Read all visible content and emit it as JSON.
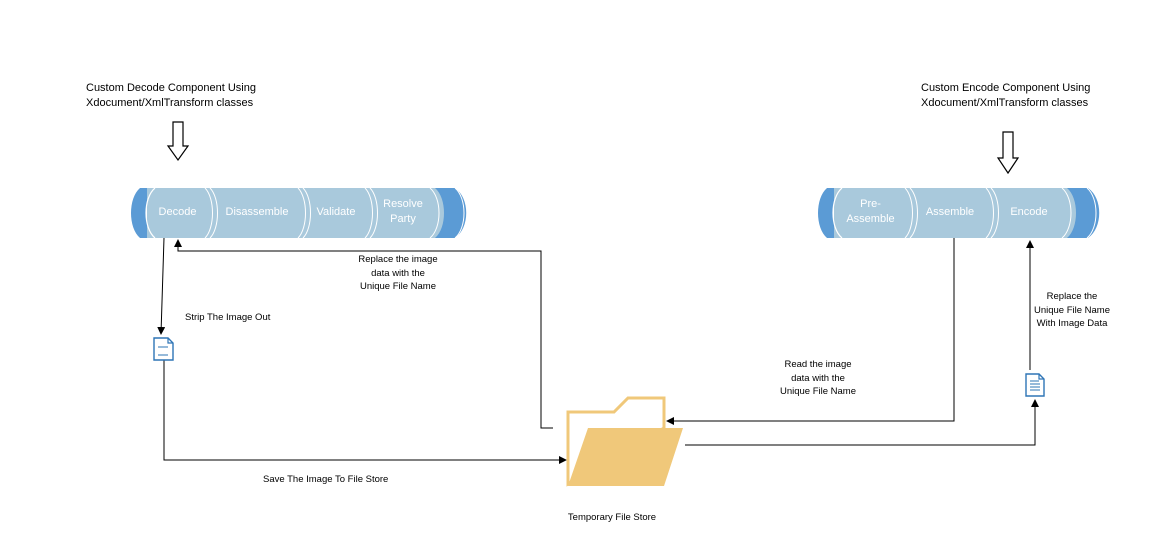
{
  "decode_pipeline": {
    "heading_line1": "Custom Decode Component Using",
    "heading_line2": "Xdocument/XmlTransform classes",
    "stages": [
      {
        "line1": "Decode",
        "line2": ""
      },
      {
        "line1": "Disassemble",
        "line2": ""
      },
      {
        "line1": "Validate",
        "line2": ""
      },
      {
        "line1": "Resolve",
        "line2": "Party"
      }
    ]
  },
  "encode_pipeline": {
    "heading_line1": "Custom Encode Component Using",
    "heading_line2": "Xdocument/XmlTransform classes",
    "stages": [
      {
        "line1": "Pre-",
        "line2": "Assemble"
      },
      {
        "line1": "Assemble",
        "line2": ""
      },
      {
        "line1": "Encode",
        "line2": ""
      }
    ]
  },
  "annotations": {
    "replace_with_name": [
      "Replace the image",
      "data with the",
      "Unique File Name"
    ],
    "strip_image": "Strip The Image Out",
    "save_image": "Save The Image To File Store",
    "read_image": [
      "Read the image",
      "data with the",
      "Unique File Name"
    ],
    "replace_with_data": [
      "Replace the",
      "Unique File Name",
      "With Image Data"
    ]
  },
  "file_store": {
    "label": "Temporary File Store"
  },
  "colors": {
    "pipe_body": "#a9c9dc",
    "pipe_end": "#5b9bd5",
    "folder": "#f0c87a",
    "document": "#2e75b6",
    "line": "#000000"
  },
  "icons": {
    "document": "document-icon",
    "folder": "folder-icon",
    "down_arrow": "down-arrow-icon"
  }
}
